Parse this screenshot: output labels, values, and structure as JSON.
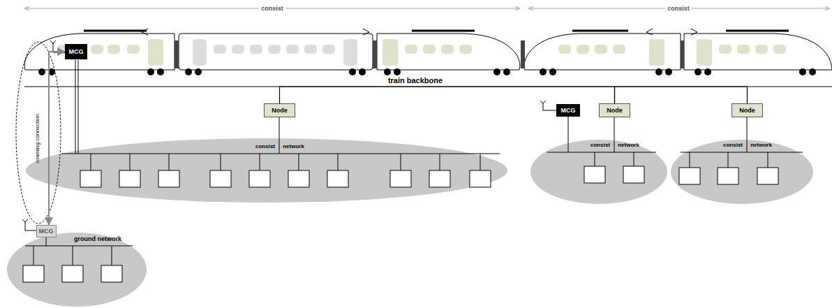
{
  "diagram": {
    "nodes": [
      {
        "text": [
          "MCG"
        ]
      },
      {
        "text": [
          "Node"
        ]
      },
      {
        "text": [
          "MCG"
        ]
      },
      {
        "text": [
          "Node"
        ]
      },
      {
        "text": [
          "Node"
        ]
      },
      {
        "text": [
          "MCG"
        ]
      }
    ],
    "edges": [
      {
        "from": 1,
        "to": 3,
        "arrow": "none"
      },
      {
        "from": 3,
        "to": 4,
        "arrow": "none"
      },
      {
        "from": 0,
        "to": 5,
        "label": "roaming connection",
        "arrow": "both"
      }
    ],
    "labels": [
      "consist",
      "consist",
      "train backbone",
      "consist network",
      "consist network",
      "consist network",
      "ground network"
    ]
  }
}
